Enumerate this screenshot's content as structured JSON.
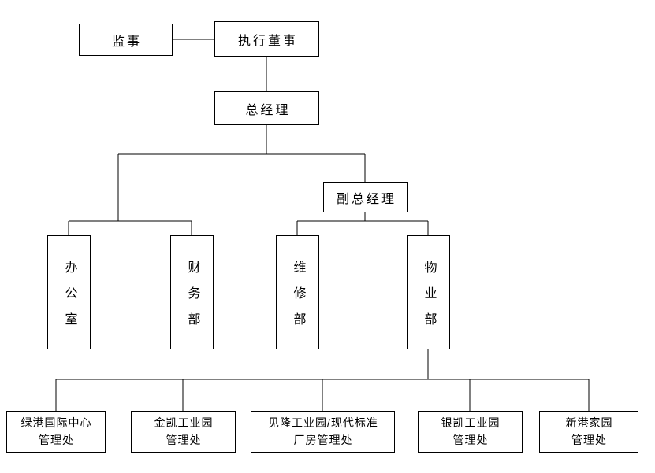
{
  "nodes": {
    "supervisor": "监事",
    "executive_director": "执行董事",
    "general_manager": "总经理",
    "deputy_general_manager": "副总经理",
    "office": "办公室",
    "finance_dept": "财务部",
    "maintenance_dept": "维修部",
    "property_dept": "物业部"
  },
  "management_offices": [
    {
      "line1": "绿港国际中心",
      "line2": "管理处"
    },
    {
      "line1": "金凯工业园",
      "line2": "管理处"
    },
    {
      "line1": "见隆工业园/现代标准",
      "line2": "厂房管理处"
    },
    {
      "line1": "银凯工业园",
      "line2": "管理处"
    },
    {
      "line1": "新港家园",
      "line2": "管理处"
    }
  ]
}
